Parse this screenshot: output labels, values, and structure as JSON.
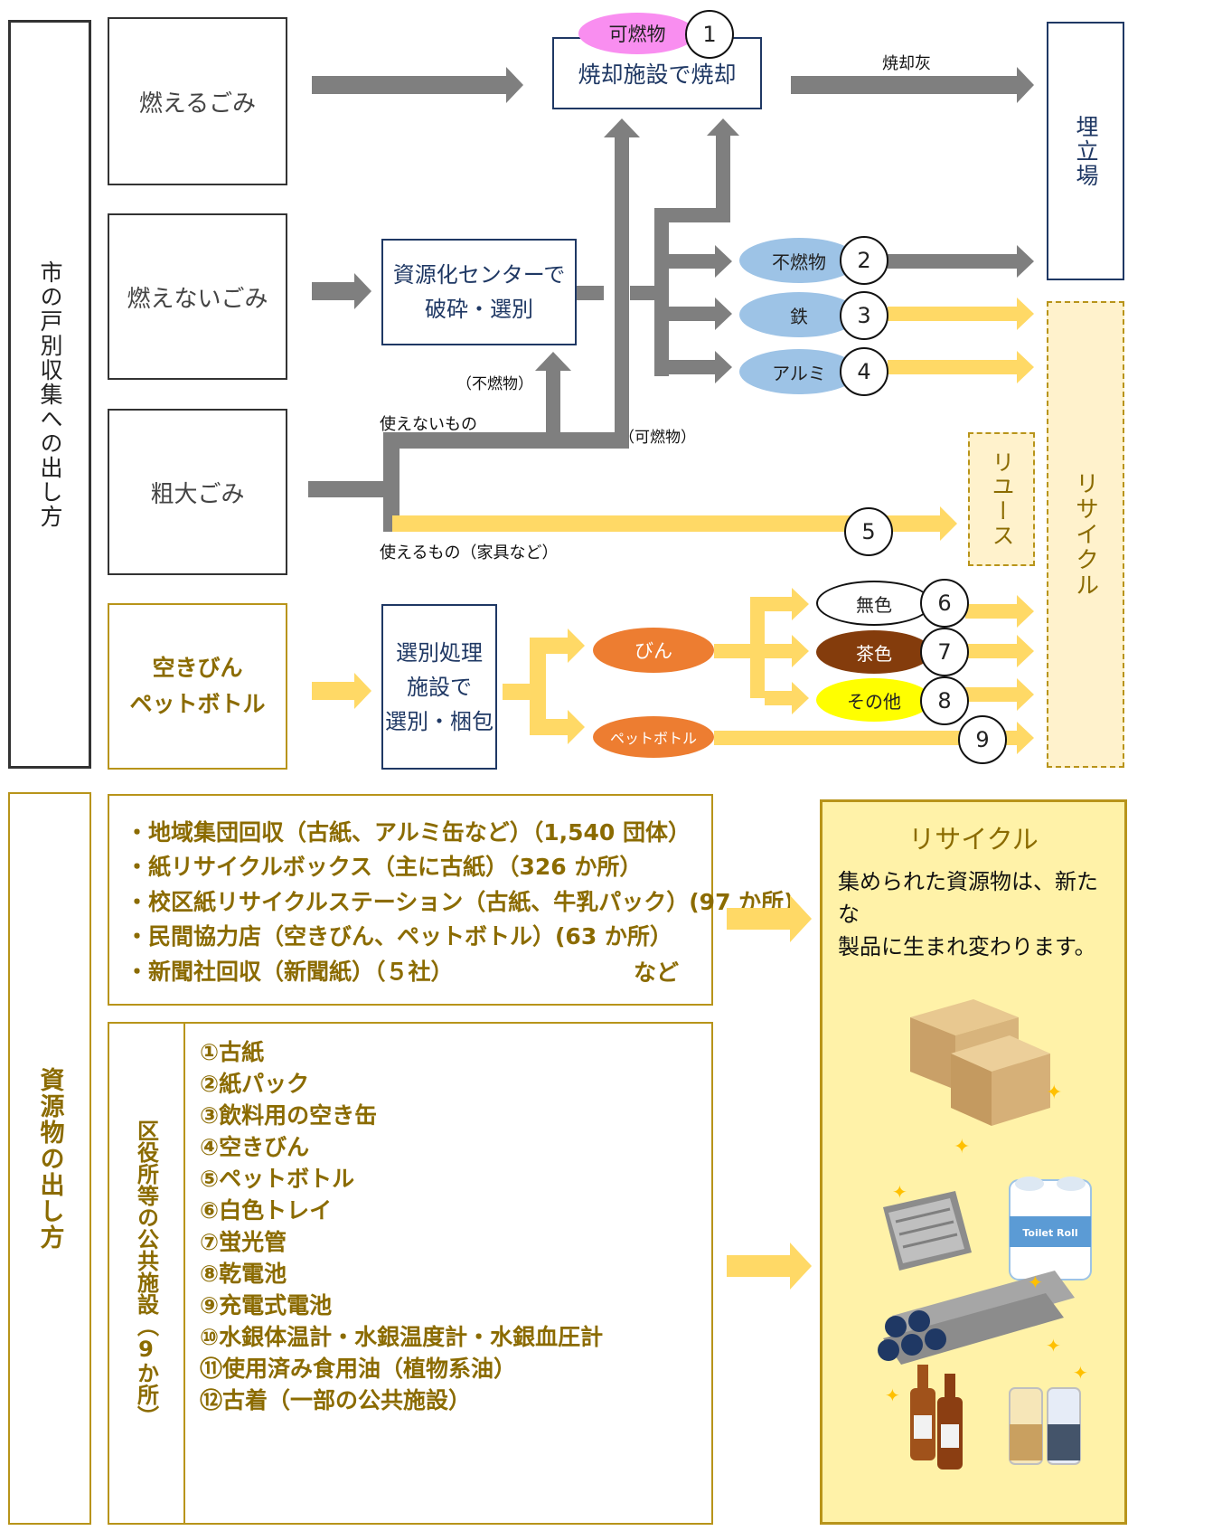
{
  "side": {
    "household": "市の戸別収集への出し方",
    "resources": "資源物の出し方"
  },
  "sources": {
    "burnable": "燃えるごみ",
    "nonburnable": "燃えないごみ",
    "bulky": "粗大ごみ",
    "bottles_line1": "空きびん",
    "bottles_line2": "ペットボトル"
  },
  "facilities": {
    "incinerator": "焼却施設で焼却",
    "center_line1": "資源化センターで",
    "center_line2": "破砕・選別",
    "sorting_line1": "選別処理",
    "sorting_line2": "施設で",
    "sorting_line3": "選別・梱包",
    "landfill": "埋立場",
    "reuse": "リユース",
    "recycle": "リサイクル"
  },
  "labels": {
    "ash": "焼却灰",
    "nonburn_paren": "（不燃物）",
    "burn_paren": "（可燃物）",
    "unusable": "使えないもの",
    "usable": "使えるもの（家具など）"
  },
  "ovals": {
    "combustible": "可燃物",
    "noncombustible": "不燃物",
    "iron": "鉄",
    "aluminum": "アルミ",
    "bottle": "びん",
    "pet": "ペットボトル",
    "colorless": "無色",
    "brown": "茶色",
    "other": "その他"
  },
  "numbers": [
    "1",
    "2",
    "3",
    "4",
    "5",
    "6",
    "7",
    "8",
    "9"
  ],
  "collection": {
    "items": [
      "・地域集団回収（古紙、アルミ缶など）（1,540 団体）",
      "・紙リサイクルボックス（主に古紙）（326 か所）",
      "・校区紙リサイクルステーション（古紙、牛乳パック）(97 か所)",
      "・民間協力店（空きびん、ペットボトル）(63 か所）",
      "・新聞社回収（新聞紙）（５社）"
    ],
    "etc": "など"
  },
  "public": {
    "heading": "区役所等の公共施設（9か所）",
    "items": [
      "①古紙",
      "②紙パック",
      "③飲料用の空き缶",
      "④空きびん",
      "⑤ペットボトル",
      "⑥白色トレイ",
      "⑦蛍光管",
      "⑧乾電池",
      "⑨充電式電池",
      "⑩水銀体温計・水銀温度計・水銀血圧計",
      "⑪使用済み食用油（植物系油）",
      "⑫古着（一部の公共施設）"
    ]
  },
  "recycle_panel": {
    "title": "リサイクル",
    "desc_line1": "集められた資源物は、新たな",
    "desc_line2": "製品に生まれ変わります。",
    "toilet_roll": "Toilet Roll"
  },
  "colors": {
    "gray_arrow": "#7f7f7f",
    "yellow_arrow": "#ffd966",
    "navy": "#1f3864",
    "gold": "#b8941a",
    "pink": "#f98ef0",
    "blue_oval": "#9dc3e6",
    "orange": "#ed7d31",
    "brown": "#843c0c",
    "yellow": "#ffff00",
    "panel_bg": "#fff2a8"
  }
}
